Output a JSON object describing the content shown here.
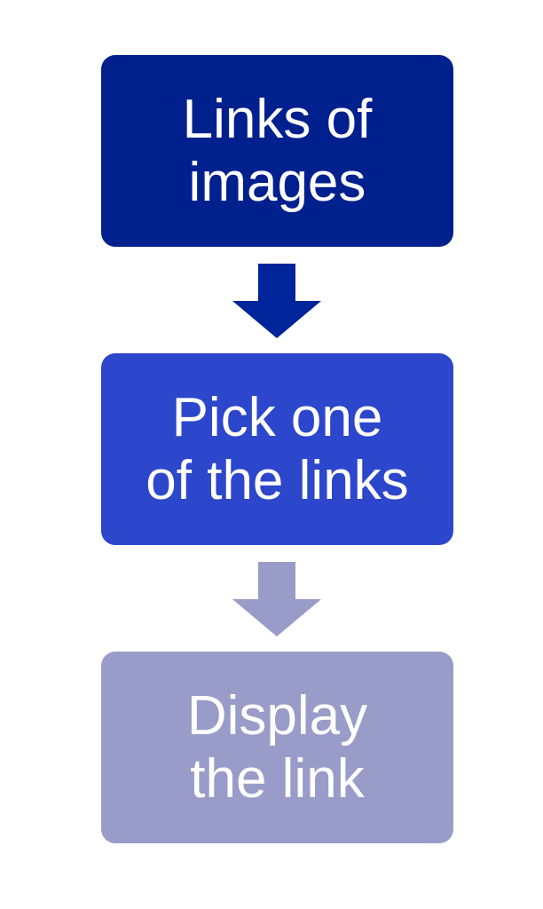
{
  "diagram": {
    "steps": [
      {
        "label": "Links of\nimages",
        "color": "#00208E"
      },
      {
        "label": "Pick one\nof the links",
        "color": "#2C46CC"
      },
      {
        "label": "Display\nthe link",
        "color": "#999CC8"
      }
    ],
    "arrows": [
      {
        "icon": "down-arrow-icon",
        "color": "#00249A"
      },
      {
        "icon": "down-arrow-icon",
        "color": "#999CC8"
      }
    ]
  }
}
